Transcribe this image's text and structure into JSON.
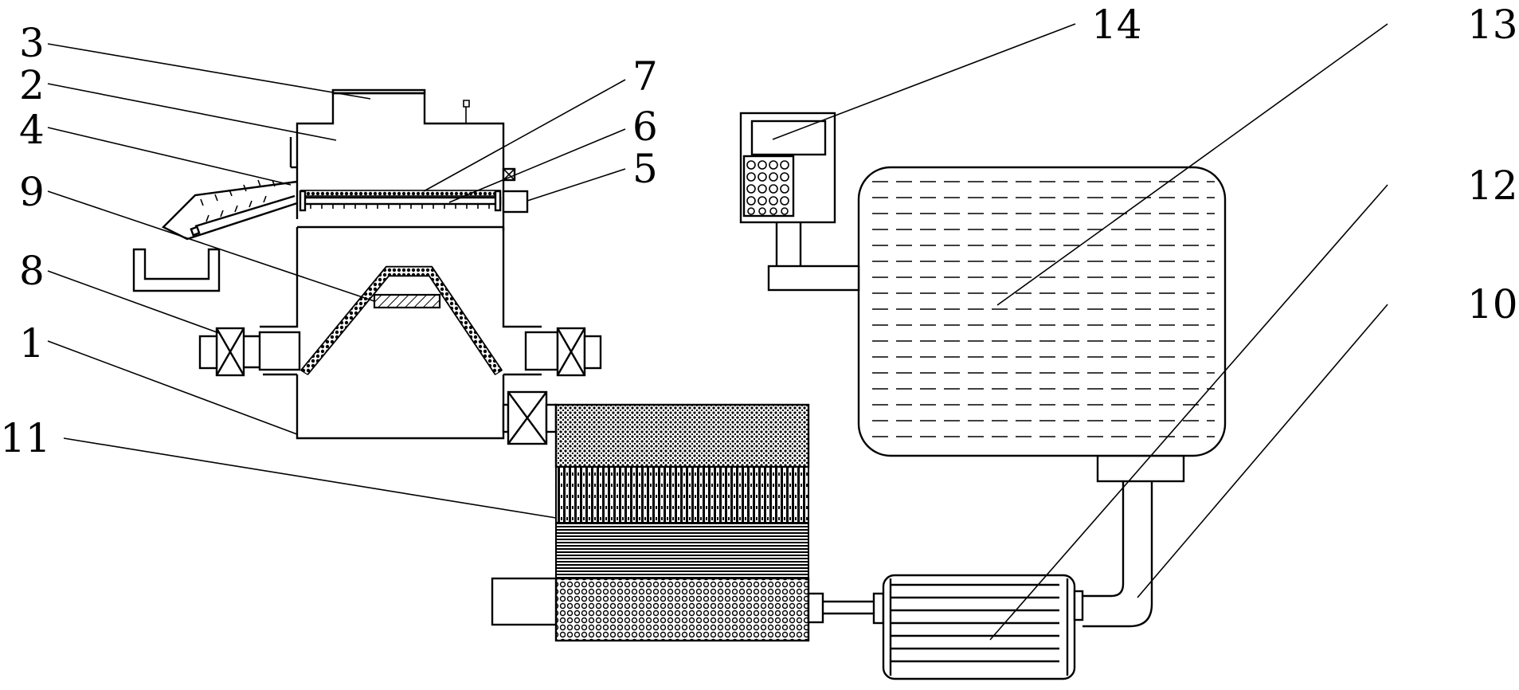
{
  "diagram": {
    "labels": [
      {
        "id": "label-3",
        "text": "3"
      },
      {
        "id": "label-2",
        "text": "2"
      },
      {
        "id": "label-4",
        "text": "4"
      },
      {
        "id": "label-9",
        "text": "9"
      },
      {
        "id": "label-8",
        "text": "8"
      },
      {
        "id": "label-1",
        "text": "1"
      },
      {
        "id": "label-11",
        "text": "11"
      },
      {
        "id": "label-7",
        "text": "7"
      },
      {
        "id": "label-6",
        "text": "6"
      },
      {
        "id": "label-5",
        "text": "5"
      },
      {
        "id": "label-14",
        "text": "14"
      },
      {
        "id": "label-13",
        "text": "13"
      },
      {
        "id": "label-12",
        "text": "12"
      },
      {
        "id": "label-10",
        "text": "10"
      }
    ]
  }
}
